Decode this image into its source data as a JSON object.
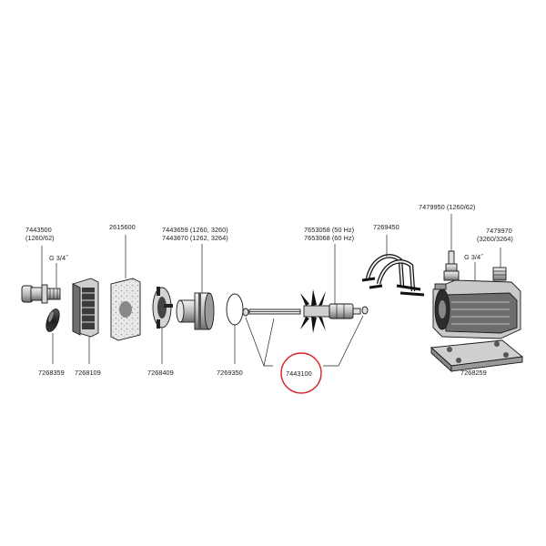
{
  "diagram": {
    "labels": {
      "inlet_part": "7443500",
      "inlet_variant": "(1260/62)",
      "inlet_thread": "G 3/4˝",
      "inlet_cap": "7268359",
      "strainer_cover": "7268109",
      "sponge": "2615600",
      "impeller_cover_a": "7443659 (1260, 3260)",
      "impeller_cover_b": "7443670 (1262, 3264)",
      "impeller_cover": "7268409",
      "o_ring": "7269350",
      "impeller_a": "7653058 (50 Hz)",
      "impeller_b": "7653068 (60 Hz)",
      "axle_set": "7443100",
      "clip": "7269450",
      "outlet_part": "7479950 (1260/62)",
      "outlet_thread": "G 3/4˝",
      "outlet_alt": "7479970",
      "outlet_alt_variant": "(3260/3264)",
      "base_plate": "7268259"
    },
    "highlight_color": "#d6262a",
    "line_color": "#222222"
  }
}
